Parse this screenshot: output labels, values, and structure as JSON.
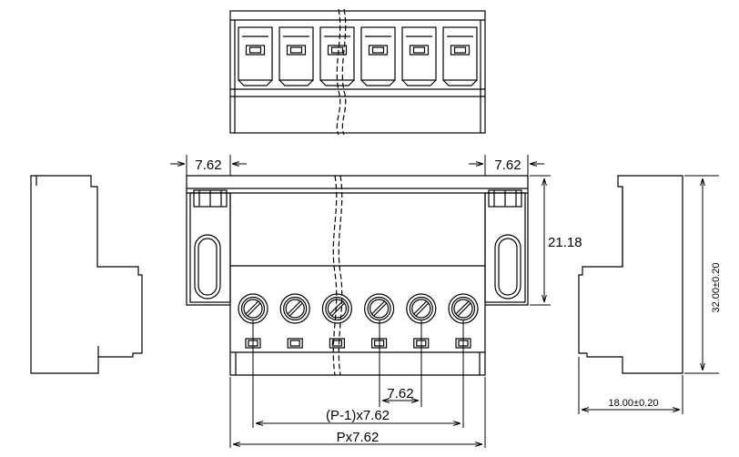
{
  "dimensions": {
    "flange_left": "7.62",
    "flange_right": "7.62",
    "height_front": "21.18",
    "pitch": "7.62",
    "span_p_minus_1": "(P-1)x7.62",
    "span_p": "Px7.62",
    "side_height": "32.00±0.20",
    "side_width": "18.00±0.20"
  },
  "drawing": {
    "positions_shown": 6,
    "line_color": "#000000",
    "background": "#ffffff"
  }
}
